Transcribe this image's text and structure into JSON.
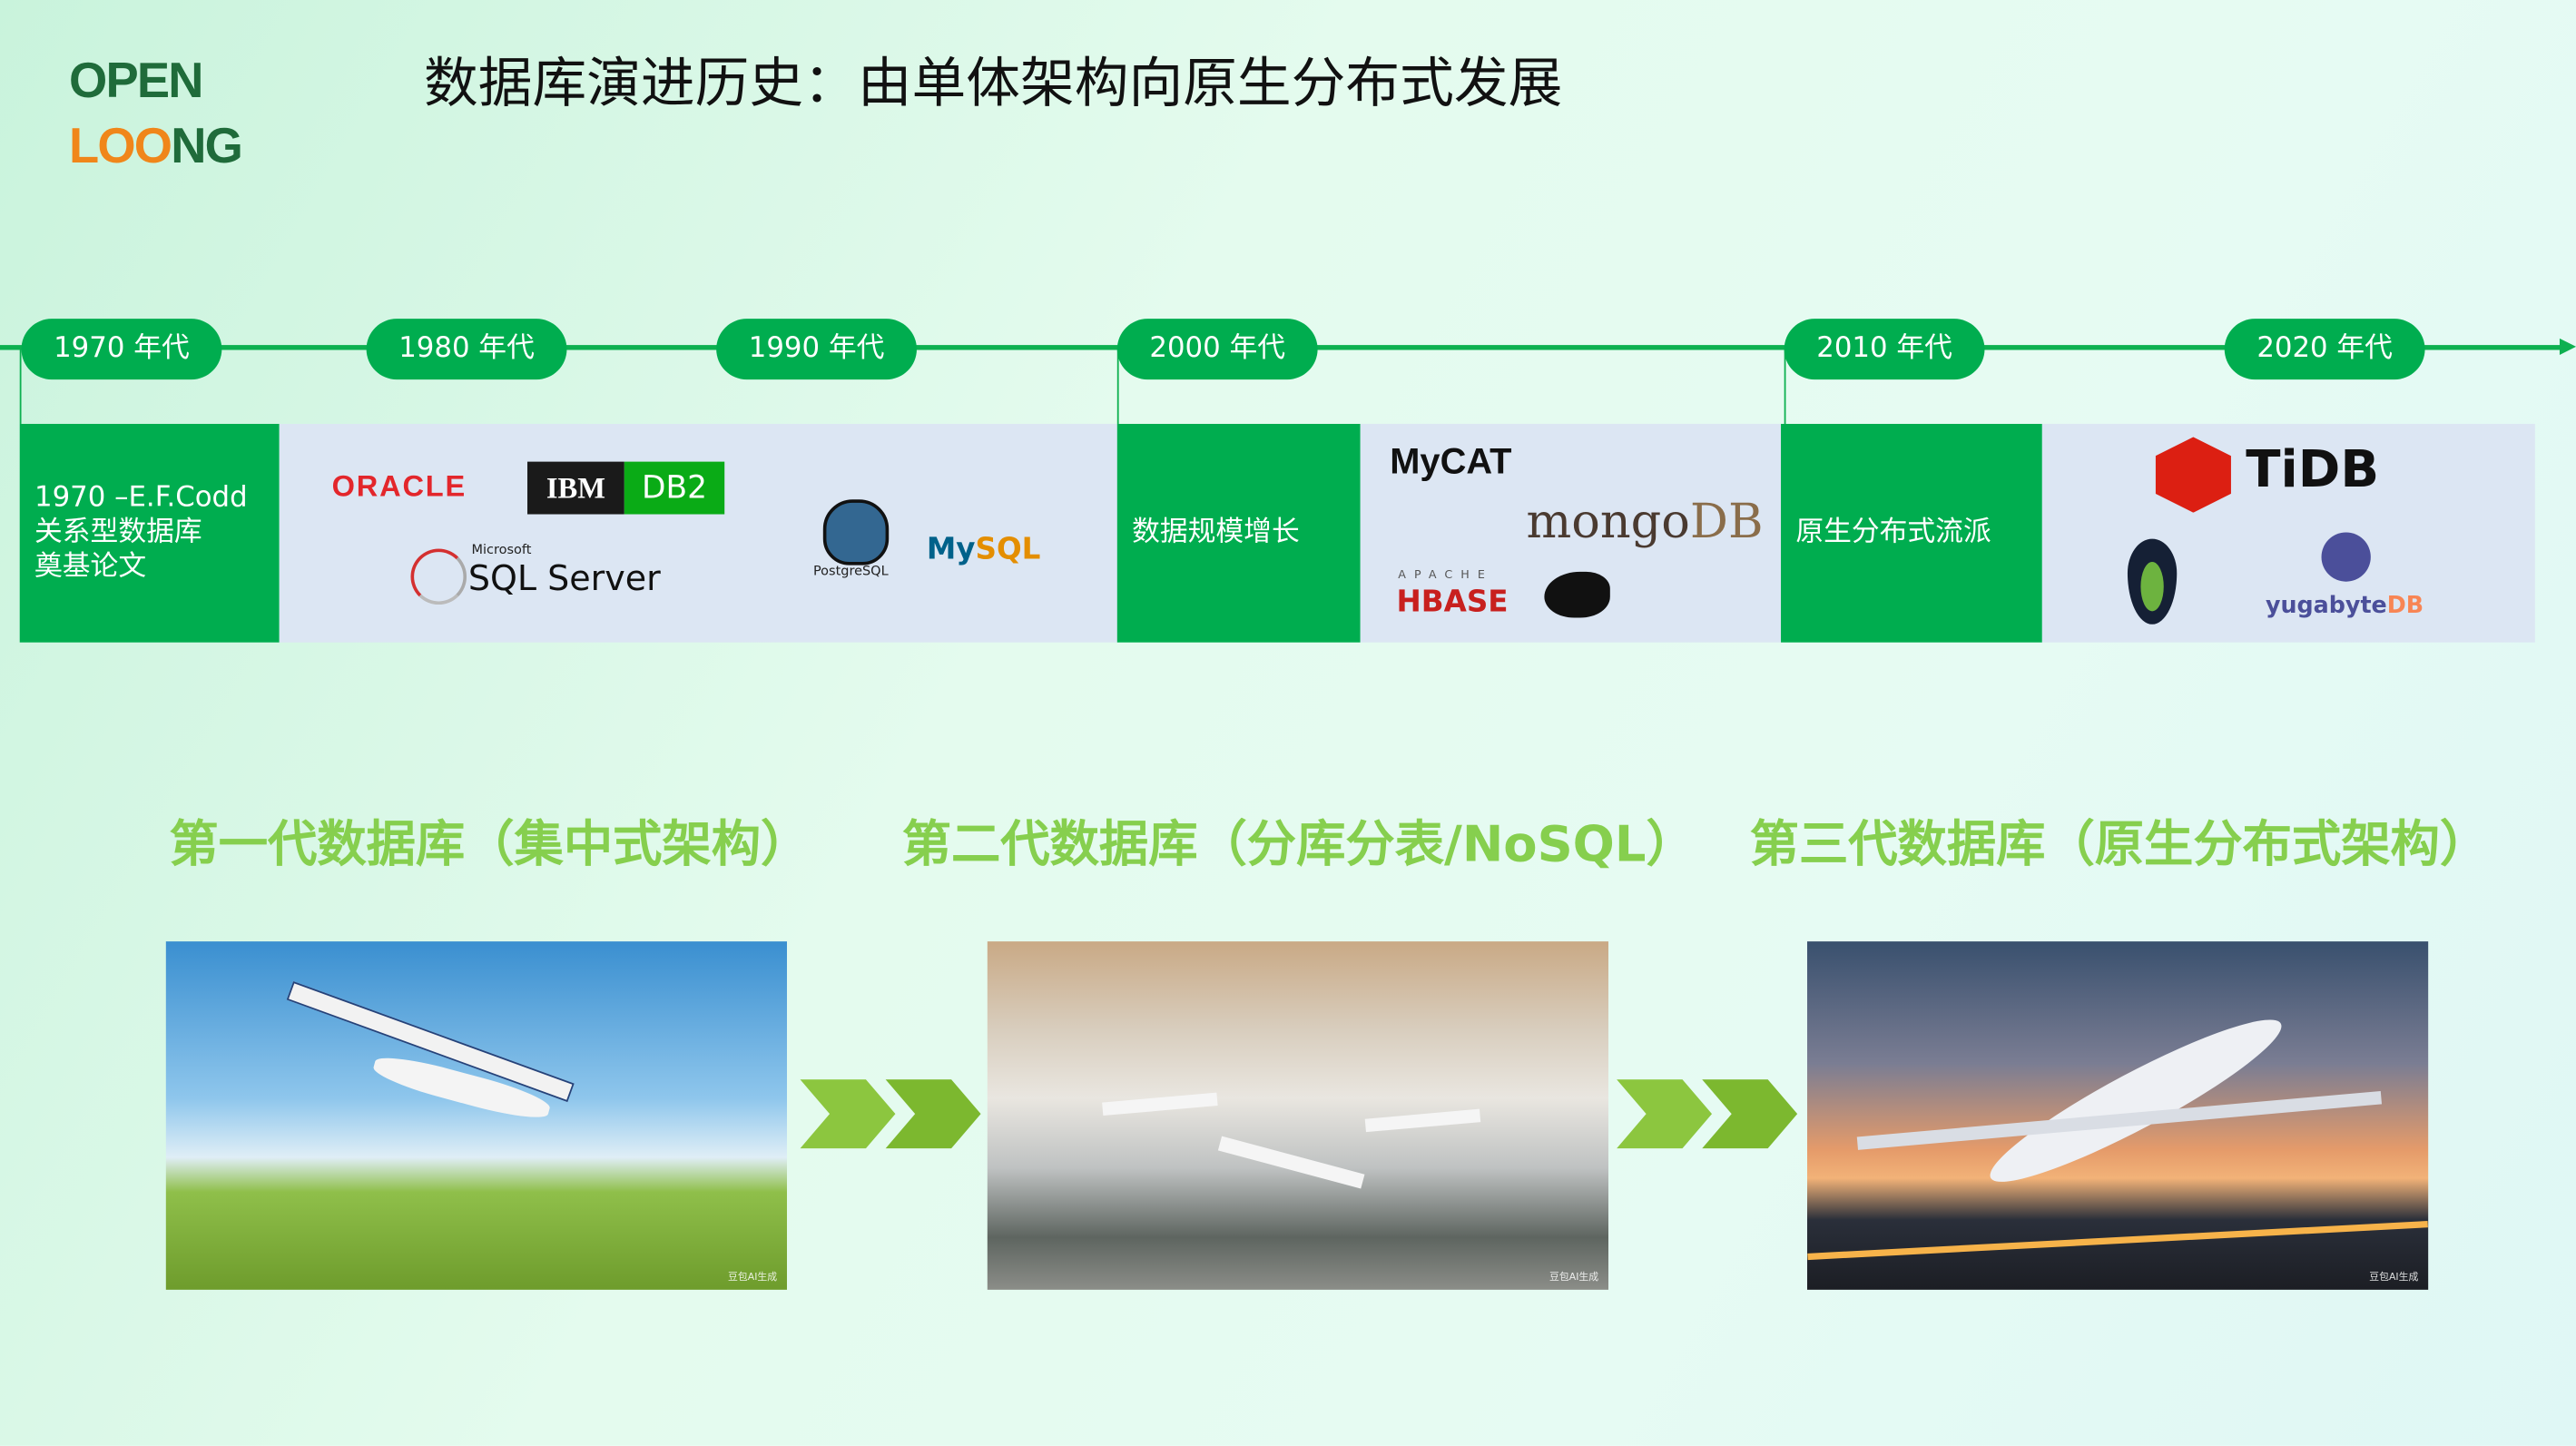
{
  "header": {
    "logo_text": "OPEN LOONG",
    "title": "数据库演进历史：由单体架构向原生分布式发展"
  },
  "timeline": {
    "eras": [
      "1970 年代",
      "1980 年代",
      "1990 年代",
      "2000 年代",
      "2010 年代",
      "2020 年代"
    ]
  },
  "milestones": {
    "codd": [
      "1970 –E.F.Codd",
      "关系型数据库",
      "奠基论文"
    ],
    "scale": "数据规模增长",
    "native": "原生分布式流派"
  },
  "logos": {
    "oracle": "ORACLE",
    "ibm": "IBM",
    "db2": "DB2",
    "sqlserver_small": "Microsoft",
    "sqlserver": "SQL Server",
    "postgres": "PostgreSQL",
    "mysql_my": "My",
    "mysql_sql": "SQL",
    "mycat": "MyCAT",
    "mongo": "mongo",
    "mongo_db": "DB",
    "hbase_small": "APACHE",
    "hbase": "HBASE",
    "tidb": "TiDB",
    "yugabyte": "yugabyte",
    "yugabyte_db": "DB"
  },
  "generations": [
    {
      "title": "第一代数据库（集中式架构）"
    },
    {
      "title": "第二代数据库（分库分表/NoSQL）"
    },
    {
      "title": "第三代数据库（原生分布式架构）"
    }
  ],
  "photos": {
    "watermark": "豆包AI生成"
  },
  "colors": {
    "green": "#00ad4f",
    "light_panel": "#dce6f3",
    "gen_title": "#86cf4e",
    "chevron": "#8cc63f"
  }
}
